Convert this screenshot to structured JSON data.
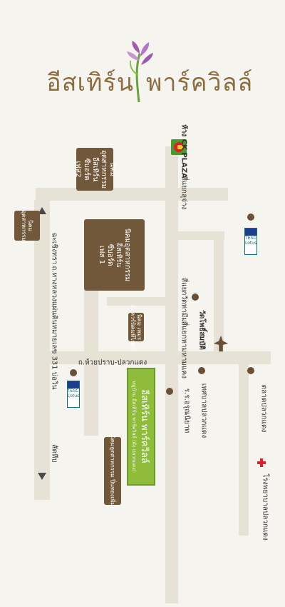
{
  "brand": {
    "name_left": "อีสเทิร์น",
    "name_right": "พาร์ควิลล์",
    "logo_color": "#8a6e41",
    "accent_color": "#a05bb1"
  },
  "map": {
    "shopping": {
      "ck_plaza": "ห้าง CK PLAZA",
      "tesco_top": "TESCO",
      "lotus_top": "Lotus",
      "tesco_bottom": "TESCO",
      "lotus_bottom": "Lotus"
    },
    "roads": {
      "soi_lat_krabang_16": "สี่แยกลุจ่าง",
      "soi_rom_klao": "สี่แยกวัดหามีม",
      "soi_main": "สี่แยกหามหามแคง",
      "huai_pla_rad": "ถ.ห้วยปราบ-ปลวกแดง",
      "bowin_highway": "ถ.ทางหลวงแผ่นดินหมายเลข 331",
      "to_chachoengsao": "ฉะเชิงทรา",
      "to_bowin": "บ่อวิน",
      "to_sattahip": "สัตหีบ"
    },
    "estates": {
      "phase2": [
        "นิคม",
        "อุตสาหกรรม",
        "อีสเทิร์น",
        "ซีบอร์ด",
        "เฟส2"
      ],
      "phase1": [
        "นิคมอุตสาหกรรม",
        "อีสเทิร์น",
        "ซีบอร์ด",
        "เฟส 1"
      ],
      "small_estate": [
        "นิคม",
        "อุตสาหกรรม"
      ],
      "amata": [
        "นิคม เหมร",
        "สแควร์นิคมทีไม่เก"
      ],
      "ind_bottom": "นิคมอุตสาหกรรม ปิ่นทองเพิ่ม"
    },
    "landmarks": {
      "temple": "วัดโพธิ์สมบัติ",
      "school": "ร.ร.อรุณนิยาท",
      "municipality": "เทศบาลปลวกแดง",
      "market": "ตลาดปลวกแดง",
      "hospital": "โรงพยาบาลปลวกแดง"
    },
    "project": {
      "name": "อีสเทิร์น พาร์ควิลล์",
      "sub": "หมู่บ้าน อีสเทิร์น พาร์ควิลล์ (ผัง ปลวกแดง)"
    },
    "colors": {
      "road": "#e7e2d6",
      "estate": "#72583a",
      "project": "#8fbc3a",
      "hospital": "#e11f26"
    }
  }
}
